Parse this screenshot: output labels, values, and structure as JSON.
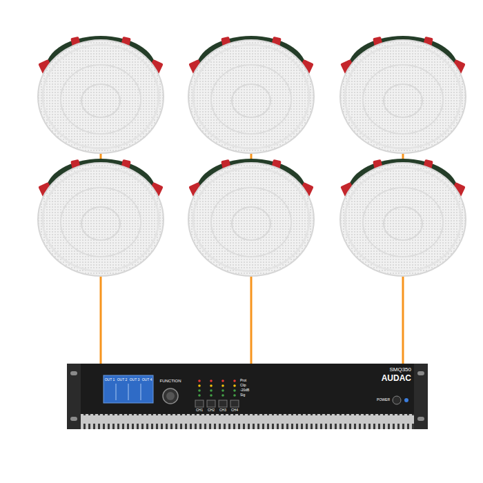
{
  "diagram": {
    "nodes": [
      {
        "text": [
          "AUDAC",
          "SMQ350",
          "FUNCTION",
          "OUT 1",
          "OUT 2",
          "OUT 3",
          "OUT 4",
          "CH1",
          "CH2",
          "CH3",
          "CH4",
          "Prot",
          "Clip",
          "-20dB",
          "Sig",
          "POWER"
        ]
      }
    ]
  }
}
